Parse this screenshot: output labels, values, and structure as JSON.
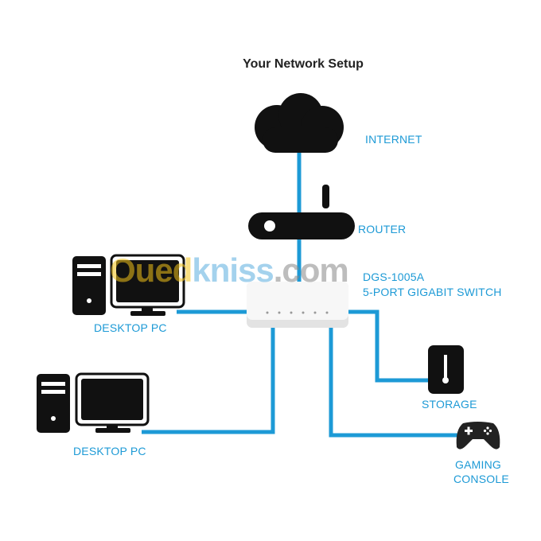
{
  "title": "Your Network Setup",
  "colors": {
    "link": "#1d9ad6",
    "device": "#1a1a1a"
  },
  "nodes": {
    "internet": "INTERNET",
    "router": "ROUTER",
    "switch_model": "DGS-1005A",
    "switch_desc": "5-PORT GIGABIT SWITCH",
    "desktop1": "DESKTOP PC",
    "desktop2": "DESKTOP PC",
    "storage": "STORAGE",
    "gaming_line1": "GAMING",
    "gaming_line2": "CONSOLE"
  },
  "watermark": {
    "part1": "Oued",
    "part2": "kniss",
    "part3": ".com"
  }
}
